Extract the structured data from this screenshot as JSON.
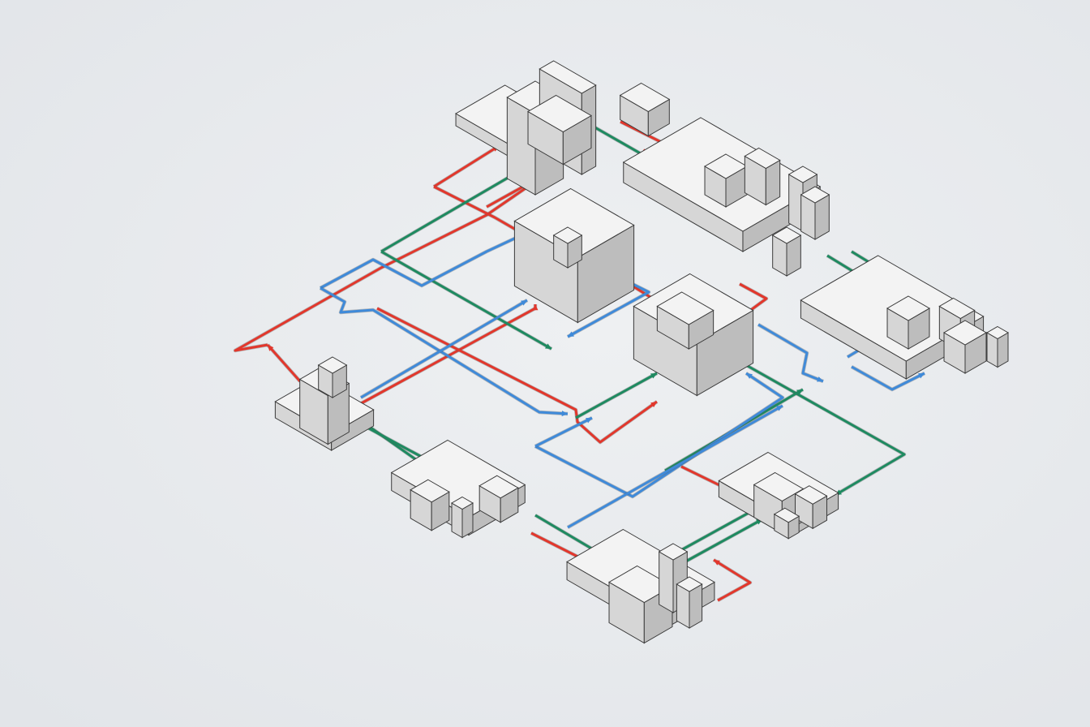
{
  "diagram": {
    "style": "isometric process-plant pipe network",
    "colors": {
      "background": "#e9ebee",
      "pipe_red": "#e2372c",
      "pipe_green": "#1e8a60",
      "pipe_blue": "#3f8ad9",
      "equipment_top": "#f3f3f3",
      "equipment_left": "#d6d6d6",
      "equipment_right": "#bdbdbd",
      "outline": "#3a3a3a"
    },
    "icons": [
      "tower-unit",
      "control-cabinet",
      "pump-skid",
      "tank-skid",
      "compressor-skid",
      "heat-exchanger"
    ]
  }
}
